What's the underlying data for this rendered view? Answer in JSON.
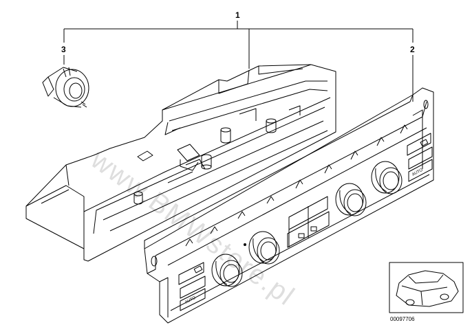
{
  "callouts": {
    "main": "1",
    "control_panel": "2",
    "sensor": "3"
  },
  "watermark": "www.BMWstore.pl",
  "part_number": "00097706",
  "auto_label": "AUTO",
  "colors": {
    "line": "#000000",
    "background": "#ffffff",
    "watermark": "#999999"
  }
}
